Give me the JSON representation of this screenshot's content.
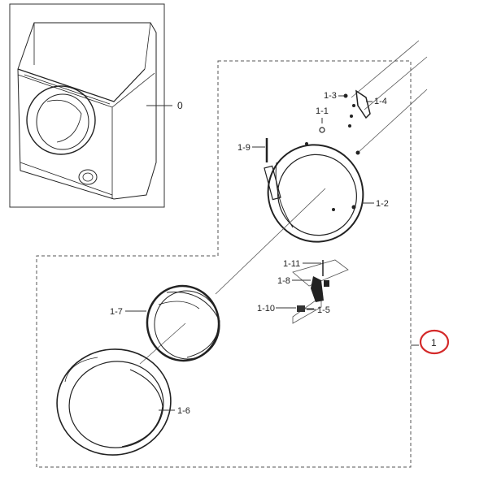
{
  "callouts": {
    "c0": "0",
    "c1_3": "1-3",
    "c1_4": "1-4",
    "c1_1": "1-1",
    "c1_9": "1-9",
    "c1_2": "1-2",
    "c1_11": "1-11",
    "c1_8": "1-8",
    "c1_10": "1-10",
    "c1_5": "1-5",
    "c1_7": "1-7",
    "c1_6": "1-6",
    "c1": "1"
  },
  "colors": {
    "highlight_circle": "#d42a2a",
    "line": "#333333"
  }
}
